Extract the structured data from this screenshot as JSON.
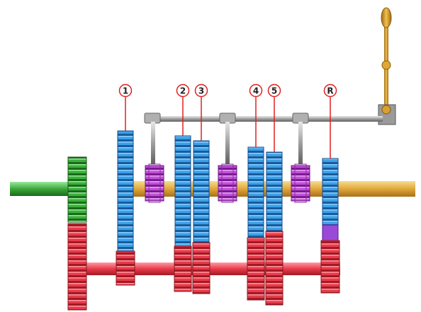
{
  "diagram": {
    "gear_labels": [
      "1",
      "2",
      "3",
      "4",
      "5",
      "R"
    ],
    "colors": {
      "input_shaft": "#3aa83a",
      "input_gear": "#2e9a2e",
      "main_shaft": "#e8b84a",
      "main_gears": "#3aa0e8",
      "countershaft": "#e83a4a",
      "synchronizers": "#b046c8",
      "reverse_idler": "#9a4ad8",
      "selector_rods": "#8a8a8a",
      "shift_lever": "#d8a030",
      "label_circle": "#e02020"
    }
  }
}
